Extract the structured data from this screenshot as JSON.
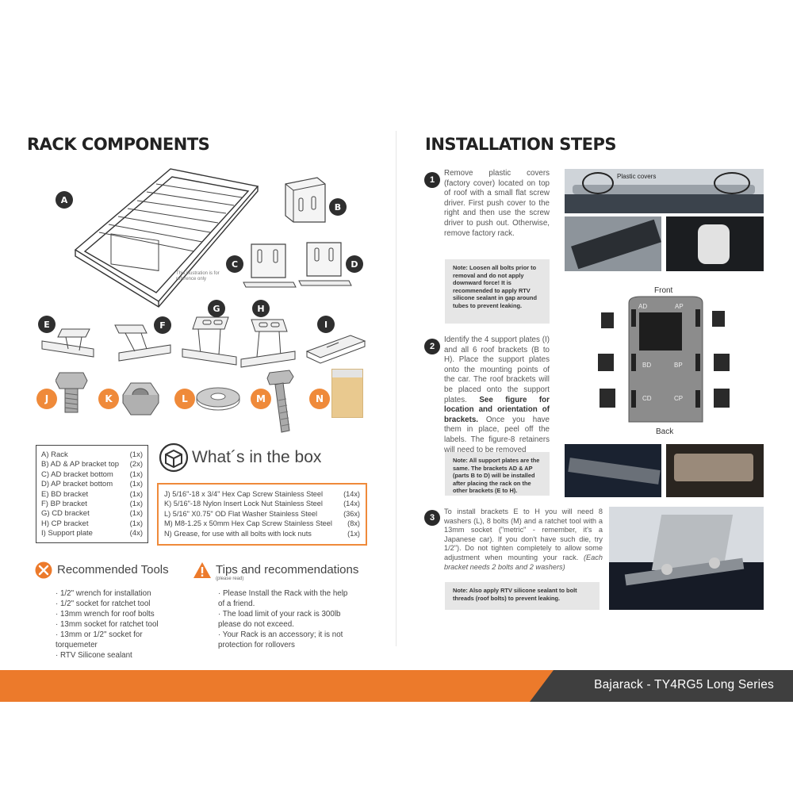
{
  "left": {
    "heading": "RACK COMPONENTS",
    "illustration_note": "This illustration is for reference only",
    "part_letters": {
      "A": "A",
      "B": "B",
      "C": "C",
      "D": "D",
      "E": "E",
      "F": "F",
      "G": "G",
      "H": "H",
      "I": "I",
      "J": "J",
      "K": "K",
      "L": "L",
      "M": "M",
      "N": "N"
    },
    "components": [
      {
        "name": "A) Rack",
        "qty": "(1x)"
      },
      {
        "name": "B) AD & AP bracket top",
        "qty": "(2x)"
      },
      {
        "name": "C) AD bracket bottom",
        "qty": "(1x)"
      },
      {
        "name": "D) AP bracket bottom",
        "qty": "(1x)"
      },
      {
        "name": "E) BD bracket",
        "qty": "(1x)"
      },
      {
        "name": "F) BP bracket",
        "qty": "(1x)"
      },
      {
        "name": "G) CD bracket",
        "qty": "(1x)"
      },
      {
        "name": "H) CP bracket",
        "qty": "(1x)"
      },
      {
        "name": "I) Support plate",
        "qty": "(4x)"
      }
    ],
    "box_title": "What´s in the box",
    "hardware": [
      {
        "name": "J) 5/16\"-18 x 3/4\" Hex Cap Screw Stainless Steel",
        "qty": "(14x)"
      },
      {
        "name": "K) 5/16\"-18  Nylon Insert Lock Nut Stainless Steel",
        "qty": "(14x)"
      },
      {
        "name": "L) 5/16\" X0.75\" OD Flat Washer Stainless Steel",
        "qty": "(36x)"
      },
      {
        "name": "M) M8-1.25 x 50mm Hex Cap Screw Stainless Steel",
        "qty": "(8x)"
      },
      {
        "name": "N) Grease, for use with all bolts with lock nuts",
        "qty": "(1x)"
      }
    ],
    "tools_title": "Recommended Tools",
    "tools": [
      "· 1/2\" wrench for installation",
      "· 1/2\" socket for ratchet tool",
      "· 13mm wrench for roof bolts",
      "· 13mm socket for ratchet tool",
      "· 13mm or 1/2\" socket for torquemeter",
      "· RTV Silicone sealant"
    ],
    "tips_title": "Tips and recommendations",
    "tips_sub": "(please read)",
    "tips": [
      "· Please Install the Rack with the help of a friend.",
      "· The load limit of your rack is 300lb please do not exceed.",
      "· Your Rack is an accessory; it is not protection for rollovers"
    ]
  },
  "right": {
    "heading": "INSTALLATION STEPS",
    "step1": {
      "num": "1",
      "text": "Remove plastic covers (factory cover) located on top of roof with a small flat screw driver. First push cover to the right and then use the screw driver to push out. Otherwise, remove factory rack.",
      "note": "Note: Loosen all bolts prior to removal and do not apply downward force! It is recommended to apply RTV silicone sealant in gap around tubes to prevent leaking.",
      "photo_label": "Plastic covers"
    },
    "step2": {
      "num": "2",
      "text_a": "Identify the 4 support plates (I) and all 6 roof brackets (B to H). Place the support plates onto the mounting points of the car. The roof brackets will be placed onto the support plates.",
      "text_bold": "See figure for location and orientation of brackets.",
      "text_b": "Once you have them in place, peel off the labels. The figure-8 retainers will need to be removed",
      "note": "Note: All support plates are the same. The brackets AD & AP (parts B to D) will be installed after placing the rack on the other brackets (E to H).",
      "diagram": {
        "front": "Front",
        "back": "Back",
        "AD": "AD",
        "AP": "AP",
        "BD": "BD",
        "BP": "BP",
        "CD": "CD",
        "CP": "CP"
      }
    },
    "step3": {
      "num": "3",
      "text_a": "To install brackets E to H you will need 8 washers (L), 8 bolts (M) and a ratchet tool with a 13mm socket (\"metric\" - remember, it's a Japanese car). If you don't have such die, try 1/2\"). Do not tighten completely to allow some adjustment when mounting your rack.",
      "text_italic": "(Each bracket needs 2 bolts and 2 washers)",
      "note": "Note:  Also apply RTV silicone sealant to bolt threads (roof bolts) to prevent leaking."
    }
  },
  "footer": {
    "title": "Bajarack - TY4RG5 Long Series"
  },
  "colors": {
    "accent": "#ec7a2b",
    "dark": "#3f3f3f",
    "note_bg": "#e6e6e6"
  }
}
